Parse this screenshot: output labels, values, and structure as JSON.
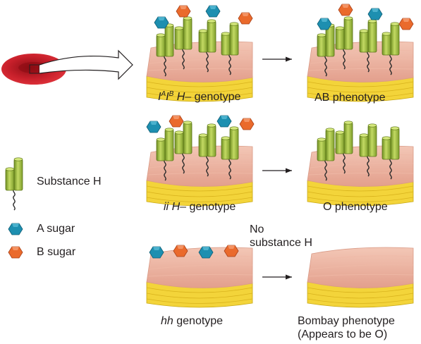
{
  "labels": {
    "genotype_1": {
      "letter_i": "I",
      "sup_a": "A",
      "sup_b": "B",
      "h_part": "H–",
      "rest": " genotype"
    },
    "phenotype_1": "AB phenotype",
    "genotype_2": {
      "ii": "ii",
      "h_part": "H–",
      "rest": " genotype"
    },
    "phenotype_2": "O phenotype",
    "no_substance_h": {
      "line1": "No",
      "line2": "substance H"
    },
    "genotype_3": {
      "hh": "hh",
      "rest": " genotype"
    },
    "phenotype_3": {
      "line1": "Bombay phenotype",
      "line2": "(Appears to be O)"
    }
  },
  "legend": {
    "substance_h": "Substance H",
    "a_sugar": "A sugar",
    "b_sugar": "B sugar"
  },
  "colors": {
    "a_sugar": "#1d8fb0",
    "b_sugar": "#ea6a2c",
    "substance_h": "#a9c641",
    "membrane_top": "#eab3a2",
    "membrane_bilayer": "#f3d43a",
    "red_blood_cell": "#c8202b"
  }
}
